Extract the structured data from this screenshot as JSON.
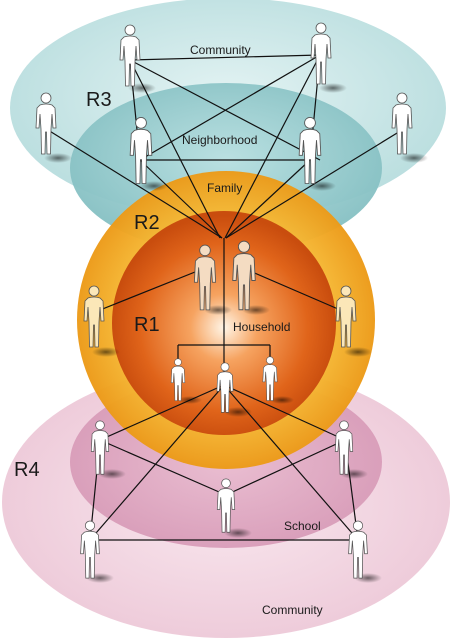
{
  "labels": {
    "community_top": "Community",
    "neighborhood": "Neighborhood",
    "family": "Family",
    "household": "Household",
    "school": "School",
    "community_bottom": "Community"
  },
  "rings": {
    "r1": "R1",
    "r2": "R2",
    "r3": "R3",
    "r4": "R4"
  },
  "colors": {
    "community_top": "#bfe0e1",
    "neighborhood": "#8ec7c9",
    "family_ring": "#f2b233",
    "household_core": "#e06a1a",
    "community_bottom": "#f1d3e0",
    "school": "#dfaac4",
    "line": "#111111",
    "figure_fill": "#ffffff",
    "figure_stroke": "#555555"
  }
}
